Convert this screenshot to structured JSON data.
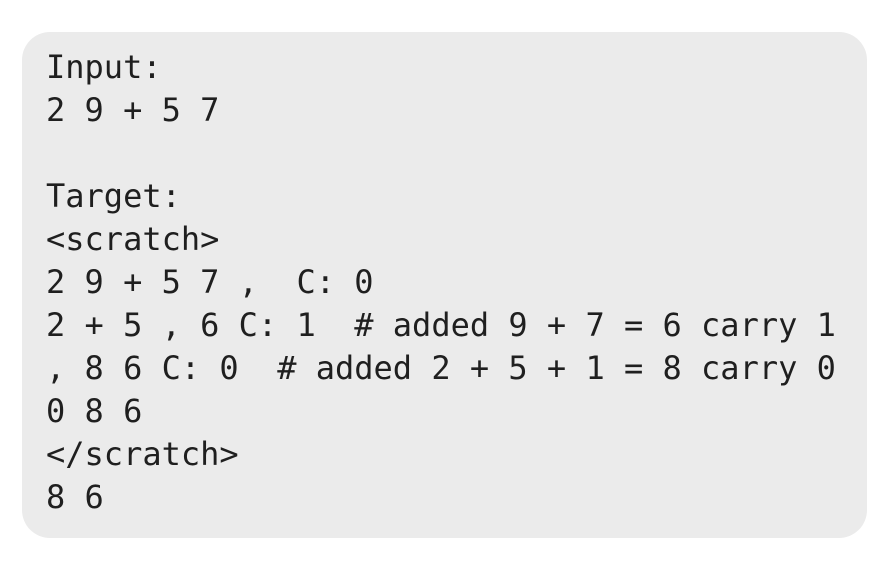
{
  "colors": {
    "page_background": "#ffffff",
    "panel_background": "#ebebeb",
    "text": "#1f1f1f"
  },
  "example": {
    "input": {
      "label": "Input:",
      "value": "2 9 + 5 7"
    },
    "target": {
      "label": "Target:",
      "scratchpad": {
        "open_tag": "<scratch>",
        "steps": [
          "2 9 + 5 7 ,  C: 0",
          "2 + 5 , 6 C: 1  # added 9 + 7 = 6 carry 1",
          ", 8 6 C: 0  # added 2 + 5 + 1 = 8 carry 0",
          "0 8 6"
        ],
        "close_tag": "</scratch>"
      },
      "final_answer": "8 6"
    }
  }
}
